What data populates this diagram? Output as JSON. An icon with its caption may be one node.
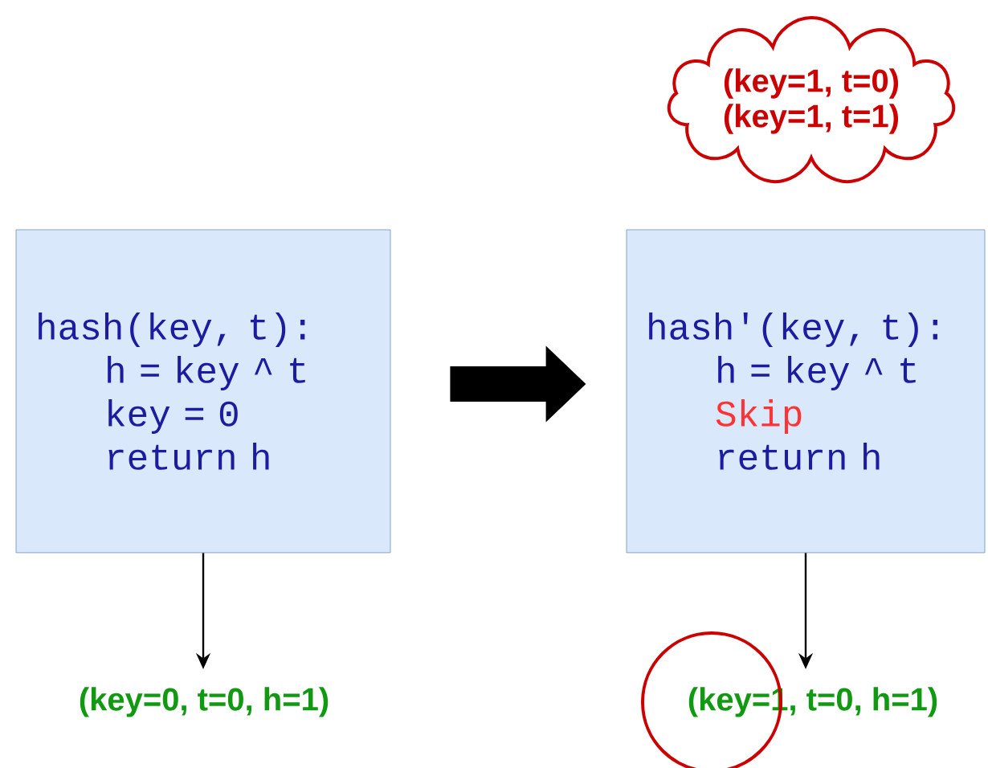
{
  "diagram": {
    "nodes": [
      {
        "text": [
          "hash(key, t):",
          "h = key ^ t",
          "key = 0",
          "return h"
        ]
      },
      {
        "text": [
          "hash'(key, t):",
          "h = key ^ t",
          "Skip",
          "return h"
        ]
      },
      {
        "text": [
          "(key=0, t=0, h=1)"
        ]
      },
      {
        "text": [
          "(key=1, t=0, h=1)"
        ]
      },
      {
        "text": [
          "(key=1, t=0)",
          "(key=1, t=1)"
        ]
      }
    ],
    "edges": [
      {
        "from": 0,
        "to": 1,
        "arrow": "to",
        "style": "thick"
      },
      {
        "from": 0,
        "to": 2,
        "arrow": "to"
      },
      {
        "from": 1,
        "to": 3,
        "arrow": "to"
      }
    ]
  }
}
